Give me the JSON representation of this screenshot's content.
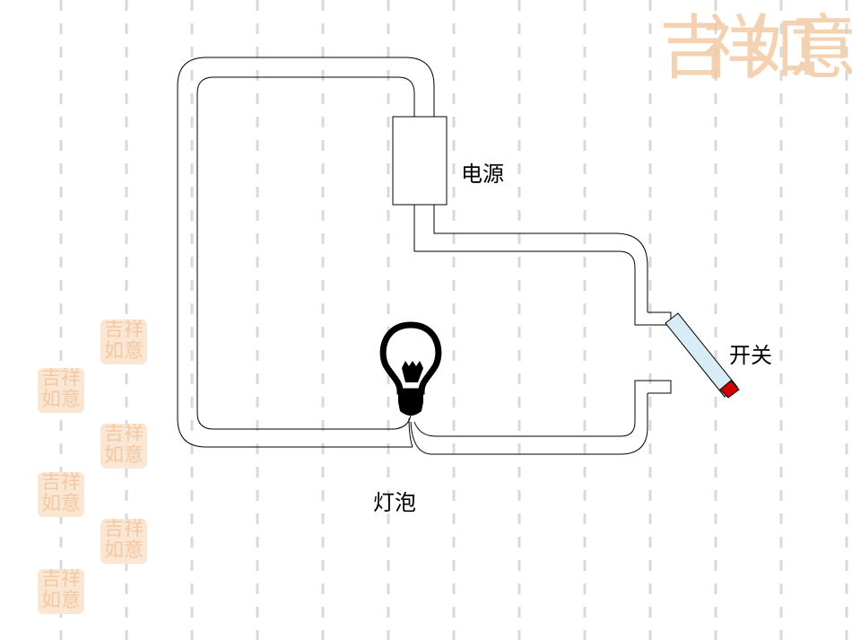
{
  "labels": {
    "power": "电源",
    "switch": "开关",
    "bulb": "灯泡"
  },
  "decoration": {
    "seal_text": "吉祥如意",
    "seal_color": "#f3c9a4",
    "dash_color": "#d9d9d9"
  },
  "colors": {
    "wire_stroke": "#000000",
    "switch_blade": "#d8ecf8",
    "switch_tip": "#d40000"
  }
}
